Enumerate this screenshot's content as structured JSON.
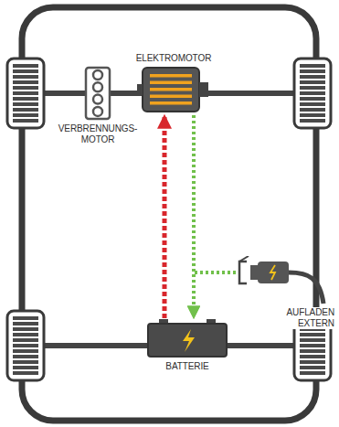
{
  "diagram": {
    "nodes": [
      {
        "text": [
          "ELEKTROMOTOR"
        ]
      },
      {
        "text": [
          "VERBRENNUNGS- MOTOR"
        ]
      },
      {
        "text": [
          "AUFLADEN EXTERN"
        ]
      },
      {
        "text": [
          "BATTERIE"
        ]
      }
    ],
    "edges": [
      {
        "from": 3,
        "to": 0,
        "arrow": "to"
      },
      {
        "from": 0,
        "to": 3,
        "arrow": "to"
      },
      {
        "from": 2,
        "to": 3,
        "arrow": "to"
      },
      {
        "from": 1,
        "to": 0,
        "arrow": "none"
      }
    ]
  }
}
